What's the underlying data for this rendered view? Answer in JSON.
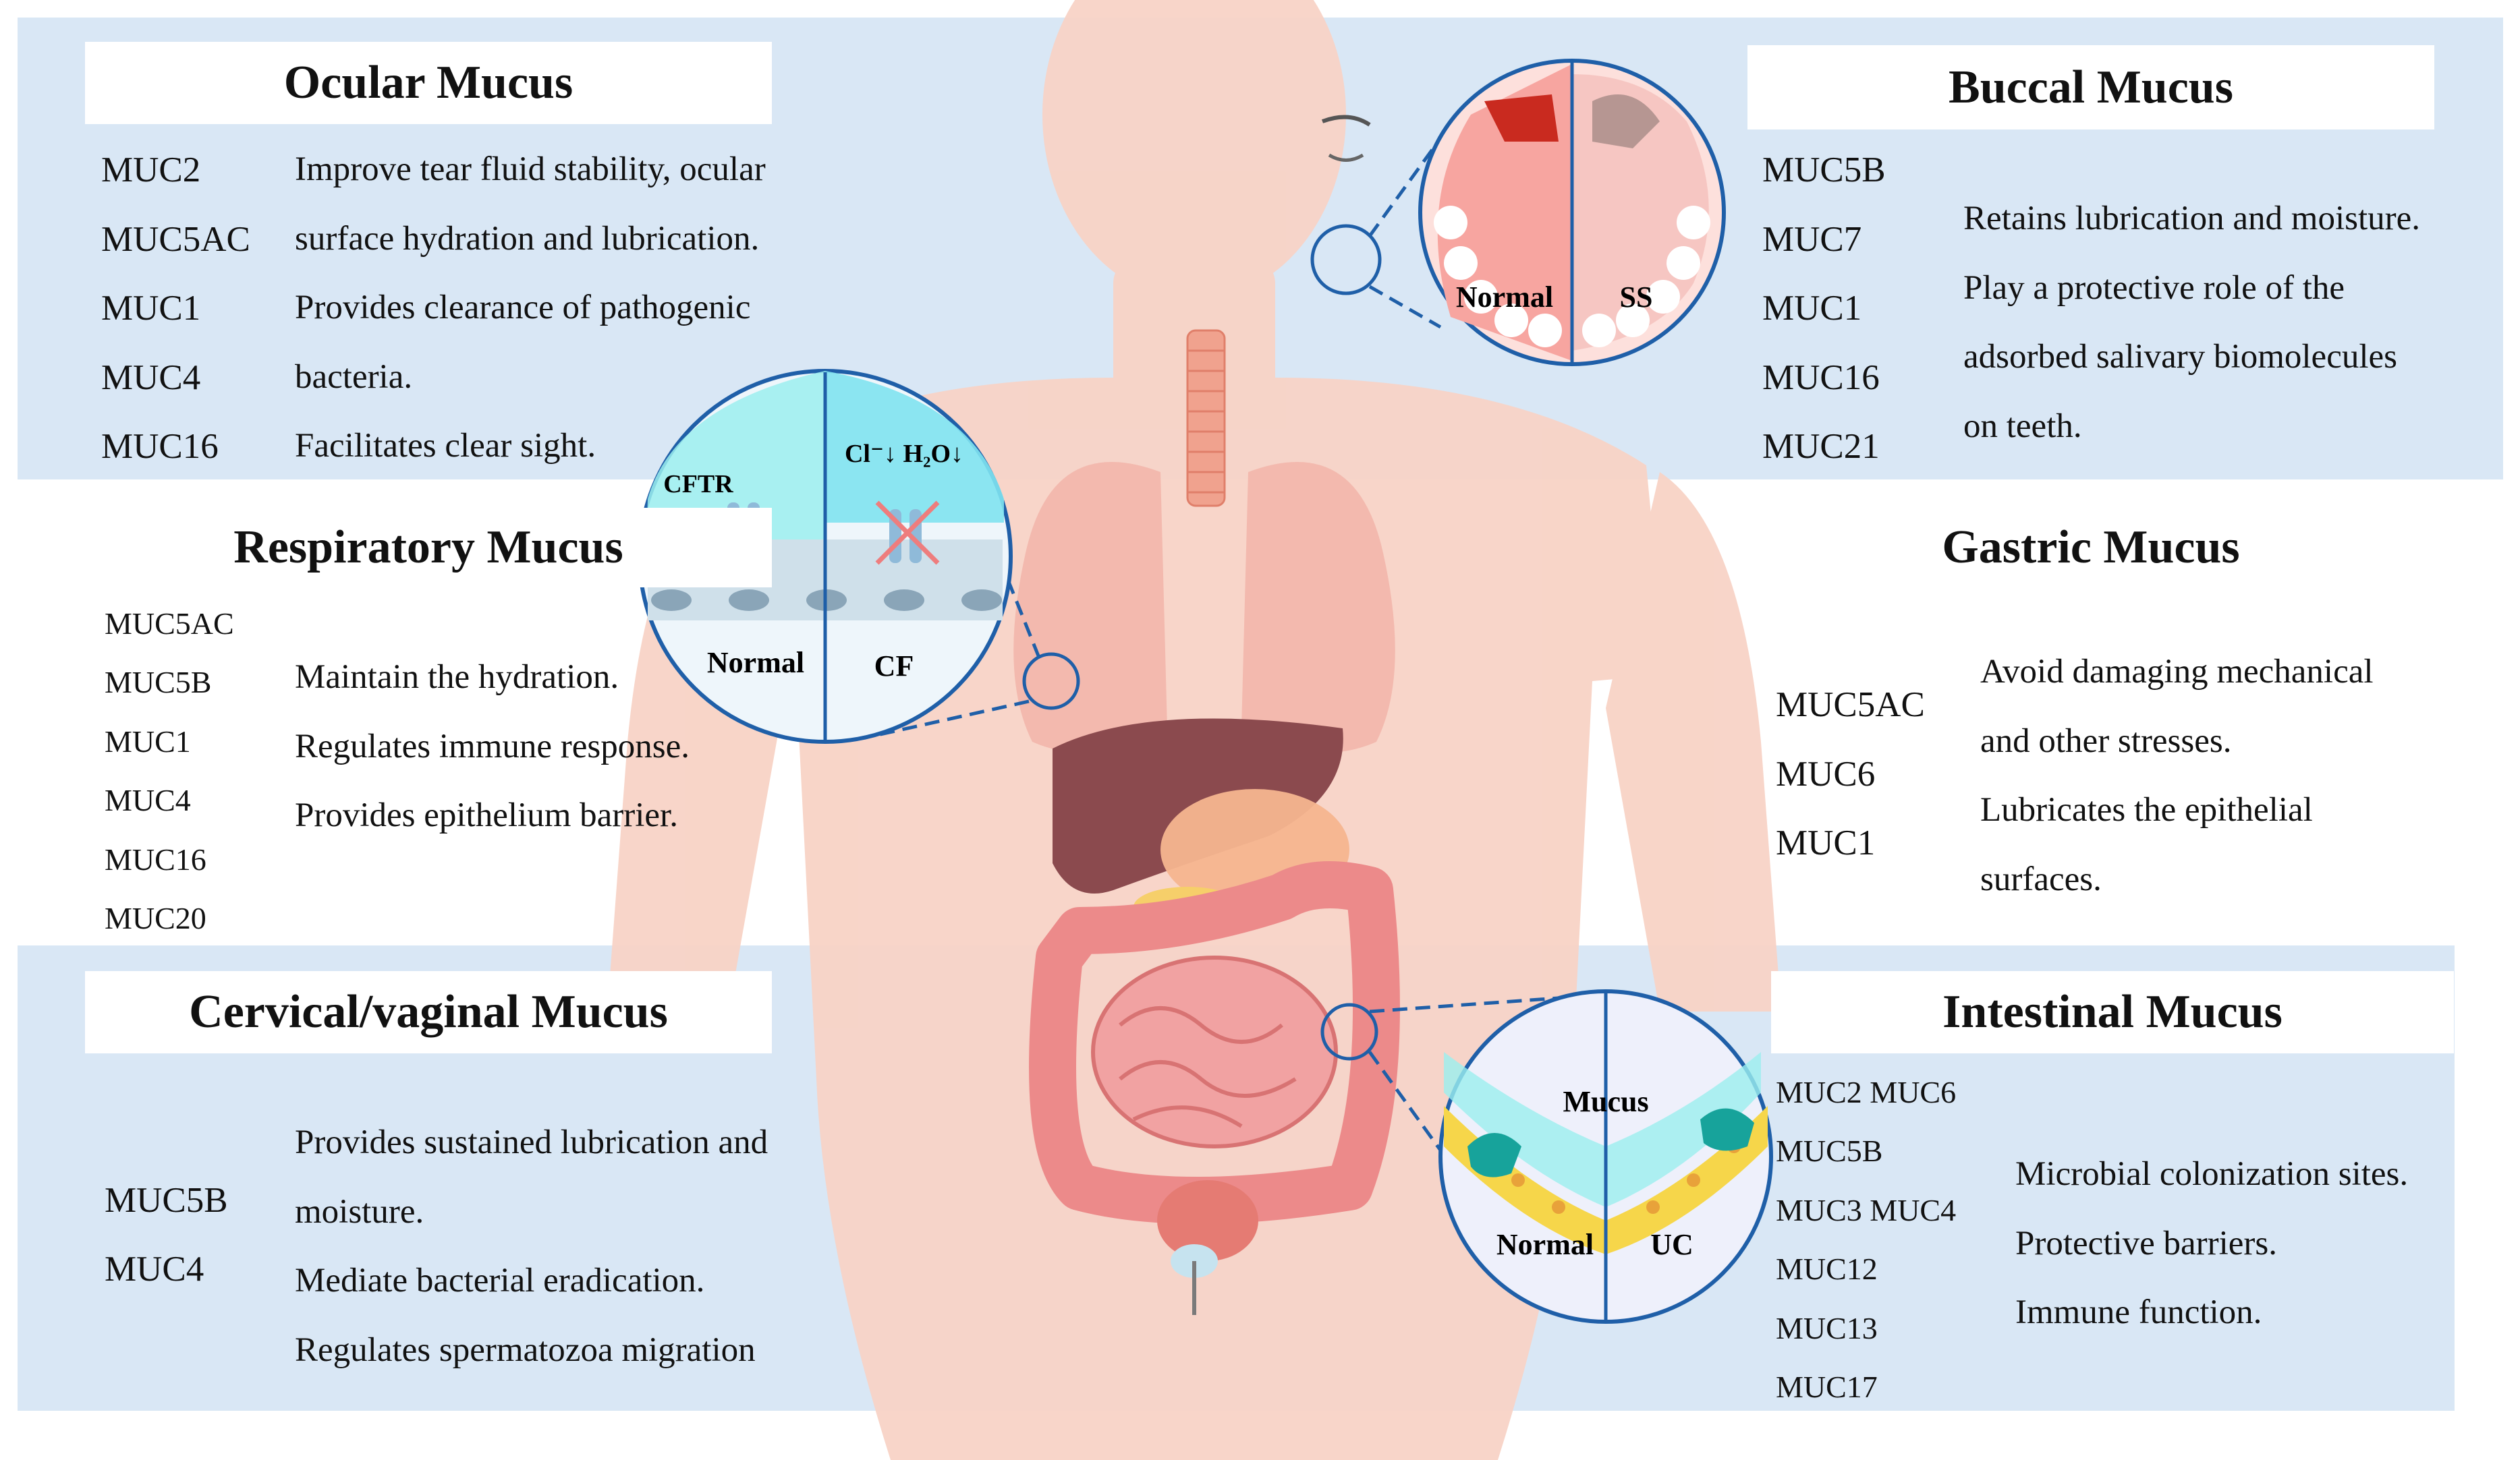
{
  "colors": {
    "band": "#d9e7f5",
    "skin": "#f8d3c6",
    "liver": "#8b4a4e",
    "intestine": "#ec8a8a",
    "lung": "#f2b7ad",
    "mucus": "#7fe3ef",
    "gland": "#f6d64a",
    "callout_line": "#1f5fa8"
  },
  "ocular": {
    "title": "Ocular Mucus",
    "genes": [
      "MUC2",
      "MUC5AC",
      "MUC1",
      "MUC4",
      "MUC16"
    ],
    "desc": [
      "Improve tear fluid stability, ocular",
      "surface hydration and lubrication.",
      "Provides clearance of pathogenic",
      "bacteria.",
      "Facilitates clear sight."
    ]
  },
  "buccal": {
    "title": "Buccal Mucus",
    "genes": [
      "MUC5B",
      "MUC7",
      "MUC1",
      "MUC16",
      "MUC21"
    ],
    "desc": [
      "Retains lubrication and moisture.",
      "Play a protective role of the",
      "adsorbed salivary biomolecules",
      "on teeth."
    ]
  },
  "respiratory": {
    "title": "Respiratory Mucus",
    "genes": [
      "MUC5AC",
      "MUC5B",
      "MUC1",
      "MUC4",
      "MUC16",
      "MUC20"
    ],
    "desc": [
      "Maintain the hydration.",
      "Regulates immune response.",
      "Provides epithelium barrier."
    ]
  },
  "gastric": {
    "title": "Gastric Mucus",
    "genes": [
      "MUC5AC",
      "MUC6",
      "MUC1"
    ],
    "desc": [
      "Avoid damaging mechanical",
      "and other stresses.",
      "Lubricates the epithelial",
      "surfaces."
    ]
  },
  "cervical": {
    "title": "Cervical/vaginal Mucus",
    "genes": [
      "MUC5B",
      "MUC4"
    ],
    "desc": [
      "Provides sustained lubrication and",
      "moisture.",
      "Mediate bacterial eradication.",
      "Regulates spermatozoa migration"
    ]
  },
  "intestinal": {
    "title": "Intestinal Mucus",
    "genes": [
      "MUC2 MUC6",
      "MUC5B",
      "MUC3 MUC4",
      "MUC12",
      "MUC13",
      "MUC17"
    ],
    "desc": [
      "Microbial colonization sites.",
      "Protective barriers.",
      "Immune function."
    ]
  },
  "callouts": {
    "mouth": {
      "left": "Normal",
      "right": "SS"
    },
    "lung": {
      "channel": "CFTR",
      "cf_note": "Cl⁻↓ H₂O↓",
      "left": "Normal",
      "right": "CF"
    },
    "gut": {
      "top": "Mucus",
      "left": "Normal",
      "right": "UC"
    }
  }
}
